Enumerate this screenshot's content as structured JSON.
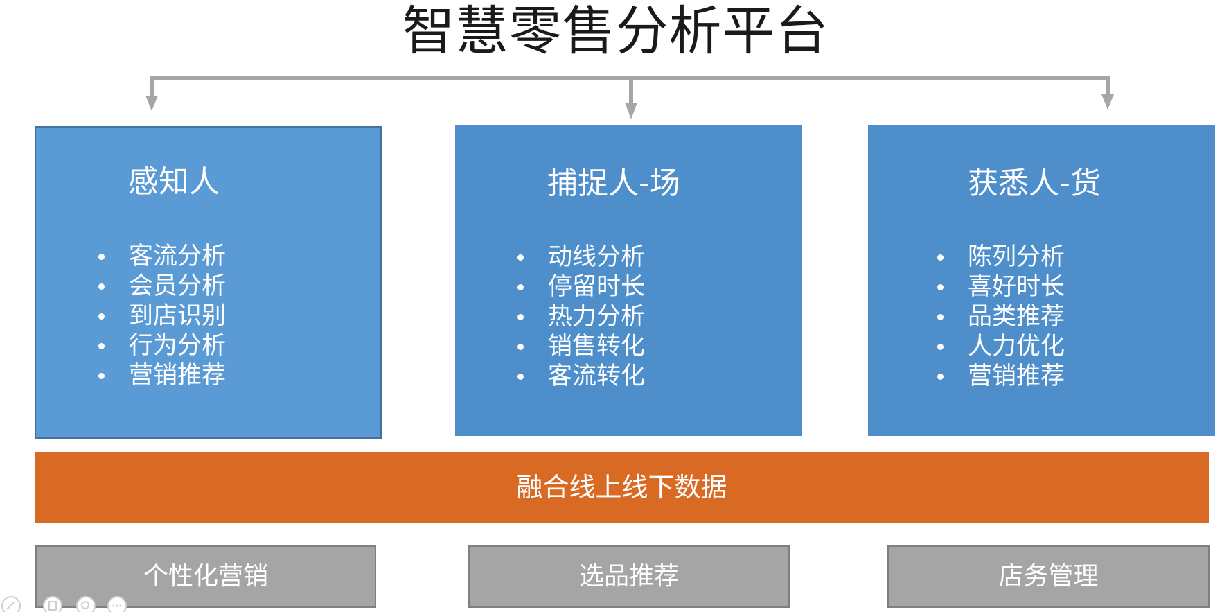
{
  "title": "智慧零售分析平台",
  "pillars": [
    {
      "title": "感知人",
      "items": [
        "客流分析",
        "会员分析",
        "到店识别",
        "行为分析",
        "营销推荐"
      ]
    },
    {
      "title": "捕捉人-场",
      "items": [
        "动线分析",
        "停留时长",
        "热力分析",
        "销售转化",
        "客流转化"
      ]
    },
    {
      "title": "获悉人-货",
      "items": [
        "陈列分析",
        "喜好时长",
        "品类推荐",
        "人力优化",
        "营销推荐"
      ]
    }
  ],
  "data_layer": "融合线上线下数据",
  "applications": [
    "个性化营销",
    "选品推荐",
    "店务管理"
  ],
  "colors": {
    "pillar_blue": "#5b9bd5",
    "pillar_blue_dark": "#4d8ecb",
    "data_orange": "#d86a23",
    "app_gray": "#a5a5a5",
    "connector_gray": "#a6a6a6"
  },
  "icons": {
    "toolbar": [
      "pen-icon",
      "page-icon",
      "zoom-icon",
      "more-icon"
    ]
  }
}
